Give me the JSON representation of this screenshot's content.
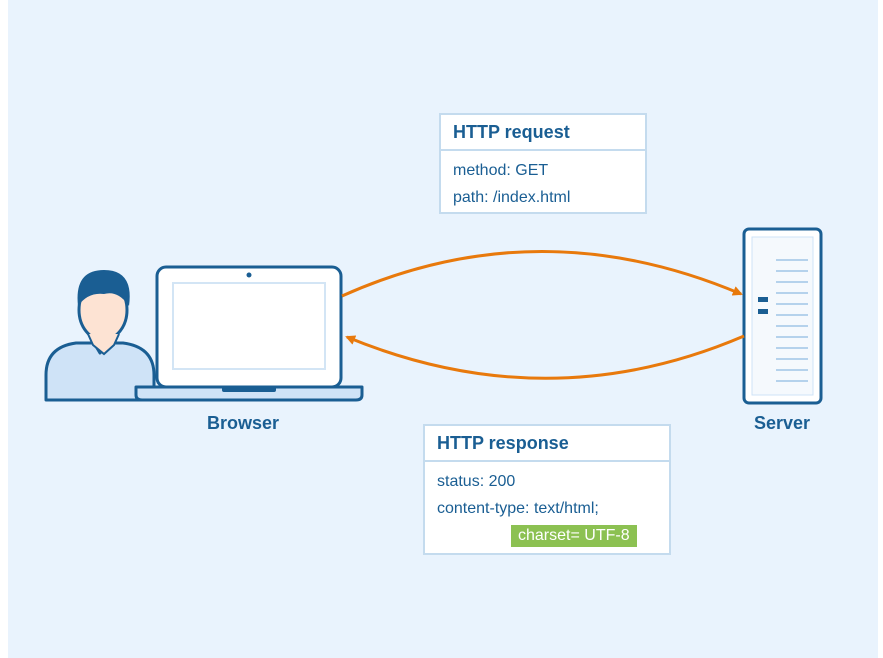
{
  "diagram": {
    "colors": {
      "background": "#e9f3fd",
      "primary": "#1a5e93",
      "arrow": "#e8790c",
      "highlight": "#8cc152",
      "border": "#c4dbee"
    },
    "browser": {
      "label": "Browser",
      "icons": [
        "user-icon",
        "laptop-icon"
      ]
    },
    "server": {
      "label": "Server",
      "icon": "server-tower-icon"
    },
    "request": {
      "title": "HTTP request",
      "lines": [
        "method: GET",
        "path: /index.html"
      ]
    },
    "response": {
      "title": "HTTP response",
      "lines": [
        "status: 200",
        "content-type: text/html;"
      ],
      "highlight": "charset= UTF-8"
    },
    "arrows": [
      {
        "from": "browser",
        "to": "server",
        "meaning": "request"
      },
      {
        "from": "server",
        "to": "browser",
        "meaning": "response"
      }
    ]
  }
}
